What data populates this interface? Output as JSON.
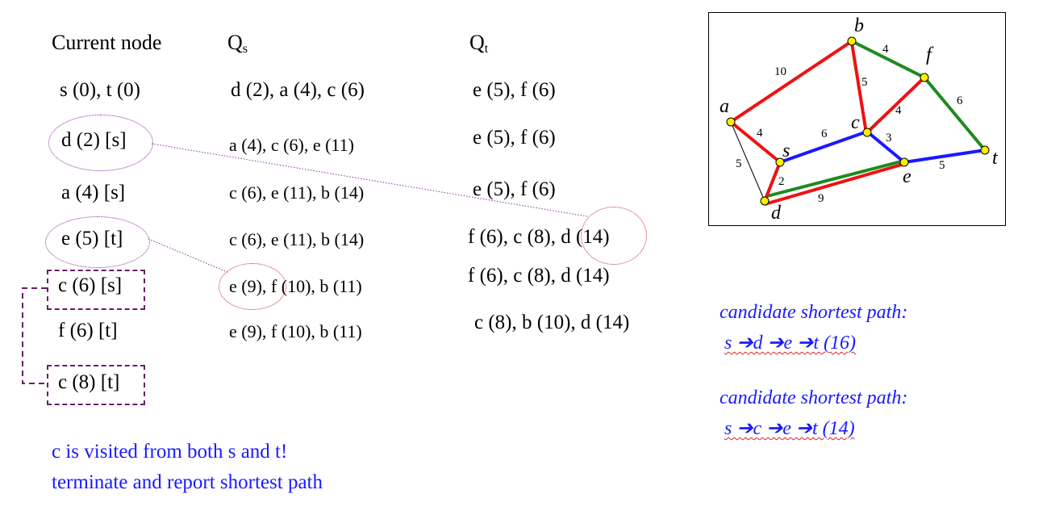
{
  "headers": {
    "current": "Current node",
    "qs": "Qs",
    "qt": "Qt"
  },
  "rows": [
    {
      "current": "s (0), t (0)",
      "qs": "d (2), a (4), c (6)",
      "qt": "e (5), f (6)"
    },
    {
      "current": "d (2) [s]",
      "qs": "a (4), c (6), e (11)",
      "qt": "e (5), f (6)"
    },
    {
      "current": "a (4) [s]",
      "qs": "c (6), e (11), b (14)",
      "qt": "e (5), f (6)"
    },
    {
      "current": "e (5) [t]",
      "qs": "c (6), e (11), b (14)",
      "qt": "f (6), c (8), d (14)"
    },
    {
      "current": "c (6) [s]",
      "qs": "e (9), f (10), b (11)",
      "qt": "f (6), c (8), d (14)"
    },
    {
      "current": "f (6) [t]",
      "qs": "e (9), f (10), b (11)",
      "qt": "c (8), b (10), d (14)"
    },
    {
      "current": "c (8) [t]",
      "qs": "",
      "qt": ""
    }
  ],
  "conclusion": {
    "line1": "c is visited from both s and t!",
    "line2": "terminate and report shortest path"
  },
  "candidates": [
    {
      "label": "candidate shortest path:",
      "path": "s ➔d ➔e ➔t (16)"
    },
    {
      "label": "candidate shortest path:",
      "path": "s ➔c ➔e ➔t (14)"
    }
  ],
  "graph": {
    "nodes": [
      "a",
      "b",
      "c",
      "d",
      "e",
      "f",
      "s",
      "t"
    ],
    "edge_weights": [
      "10",
      "4",
      "5",
      "6",
      "4",
      "4",
      "6",
      "3",
      "5",
      "2",
      "9",
      "5"
    ],
    "colors": {
      "red": "#ee1111",
      "green": "#1f8a1f",
      "blue": "#1a1aff",
      "node": "#ffee00"
    }
  }
}
